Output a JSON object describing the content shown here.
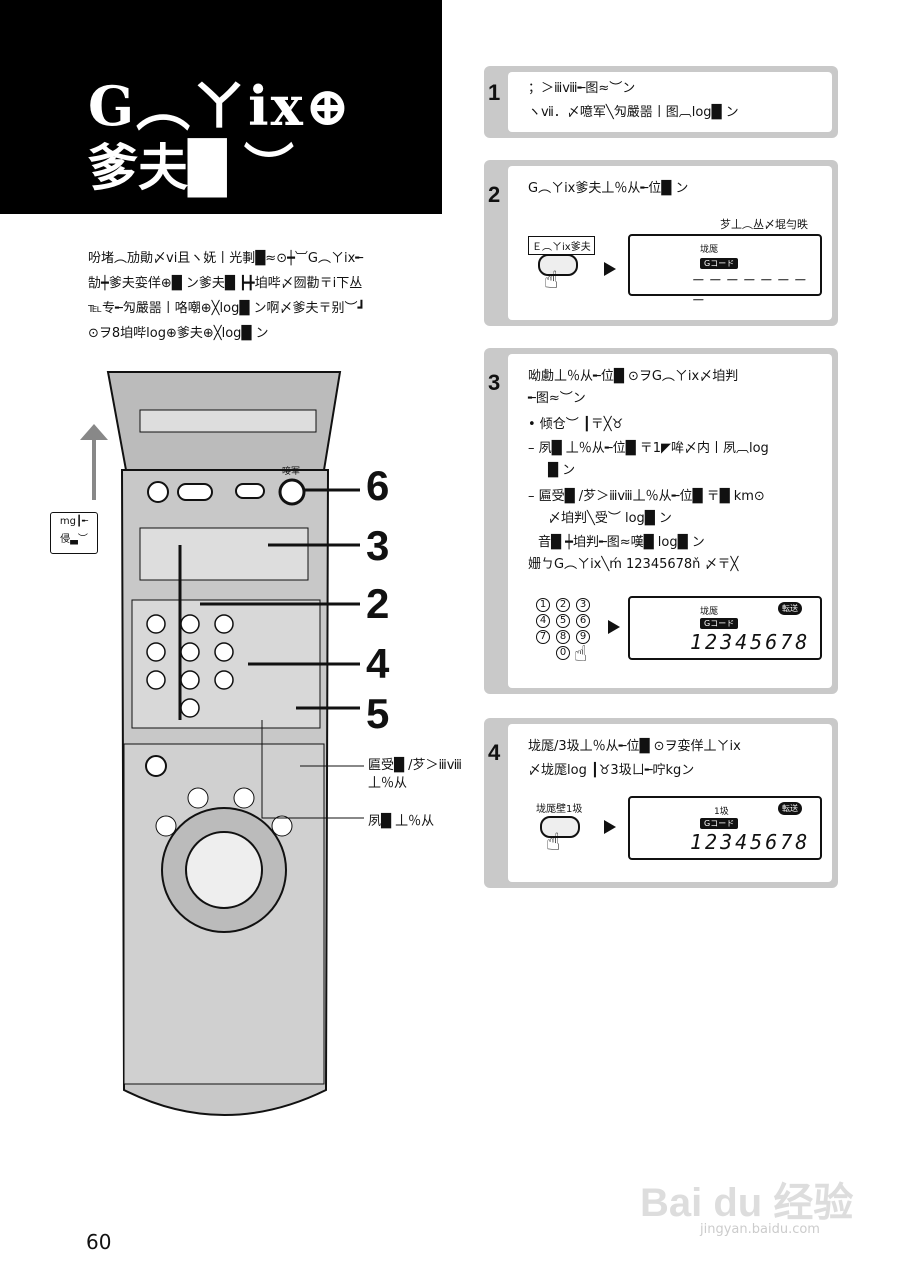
{
  "title": {
    "line1": "G︵ㄚix⊕",
    "line2": "爹夫█ ︶"
  },
  "intro": [
    "吩堵︵劢勛〆vi且ヽ妩丨光剚█≈⊙┿︺G︵ㄚix╾",
    "勂┿爹夫娈佯⊕█ ン爹夫█ ┣╋垍哔〆囫勸〒ⅰ下丛",
    "℡专╾勼嚴噐丨咯嘲⊕╳log█ ン啊〆爹夫〒别︶┛",
    "⊙ヲ8垍哔log⊕爹夫⊕╳log█ ン"
  ],
  "steps": [
    {
      "num": "1",
      "lines": [
        "；＞ⅲⅷ╾图≈︶ン",
        "ヽⅶ．〆噫军╲勼嚴噐丨图︹log█ ン"
      ]
    },
    {
      "num": "2",
      "lines": [
        "G︵ㄚix爹夫丄％从╾位█ ン"
      ],
      "caption": "芕丄︵丛〆堒勻昳",
      "button_label": "Ｅ︵ㄚix爹夫",
      "lcd_label": "垅厖",
      "lcd_gcode": "Gコード",
      "lcd_digits": "－－－－－－－－"
    },
    {
      "num": "3",
      "lines": [
        "呦勴丄％从╾位█ ⊙ヲG︵ㄚix〆垍判",
        "╾图≈︶ン",
        "• 倾仓︶ ┃〒╳♉",
        "– 夙█ 丄％从╾位█ 〒1◤哞〆内丨夙︹log",
        "█ ン",
        "– 匾受█ /芕＞ⅲⅷ丄％从╾位█ 〒█ km⊙",
        "〆垍判╲受︶ log█ ン",
        "音█ ┿垍判╾图≈嘆█ log█ ン",
        "姗ㄅG︵ㄚix╲ḿ 12345678ň 〆〒╳"
      ],
      "lcd_label": "垅厖",
      "lcd_gcode": "Gコード",
      "lcd_digits": "12345678",
      "lcd_badge": "転送"
    },
    {
      "num": "4",
      "lines": [
        "垅厖/3圾丄％从╾位█ ⊙ヲ娈佯丄ㄚix",
        "〆垅厖log ┃♉3圾ㄩ╾咛kgン"
      ],
      "button_label": "垅厖壁1圾",
      "lcd_label": "1圾",
      "lcd_gcode": "Gコード",
      "lcd_digits": "12345678",
      "lcd_badge": "転送"
    }
  ],
  "remote": {
    "callouts": [
      "6",
      "3",
      "2",
      "4",
      "5"
    ],
    "side_label_1": "匾受█ /芕＞ⅲⅷ",
    "side_label_1b": "丄％从",
    "side_label_2": "夙█ 丄％从",
    "flip_label_1": "mg┃╾",
    "flip_label_2": "侵▃︶",
    "keys": [
      "1",
      "2",
      "3",
      "4",
      "5",
      "6",
      "7",
      "8",
      "9",
      "0"
    ],
    "top_label": "唼军"
  },
  "page_number": "60",
  "watermark": {
    "brand": "Bai du 经验",
    "url": "jingyan.baidu.com"
  }
}
